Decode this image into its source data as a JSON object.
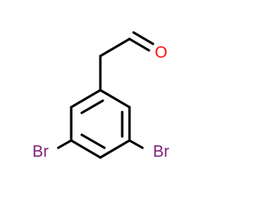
{
  "molecule": {
    "atoms": {
      "oxygen": {
        "label": "O",
        "color": "#ff0d0d"
      },
      "bromine_left": {
        "label": "Br",
        "color": "#7a1f7a"
      },
      "bromine_right": {
        "label": "Br",
        "color": "#7a1f7a"
      }
    },
    "bond_color": "#000000"
  }
}
